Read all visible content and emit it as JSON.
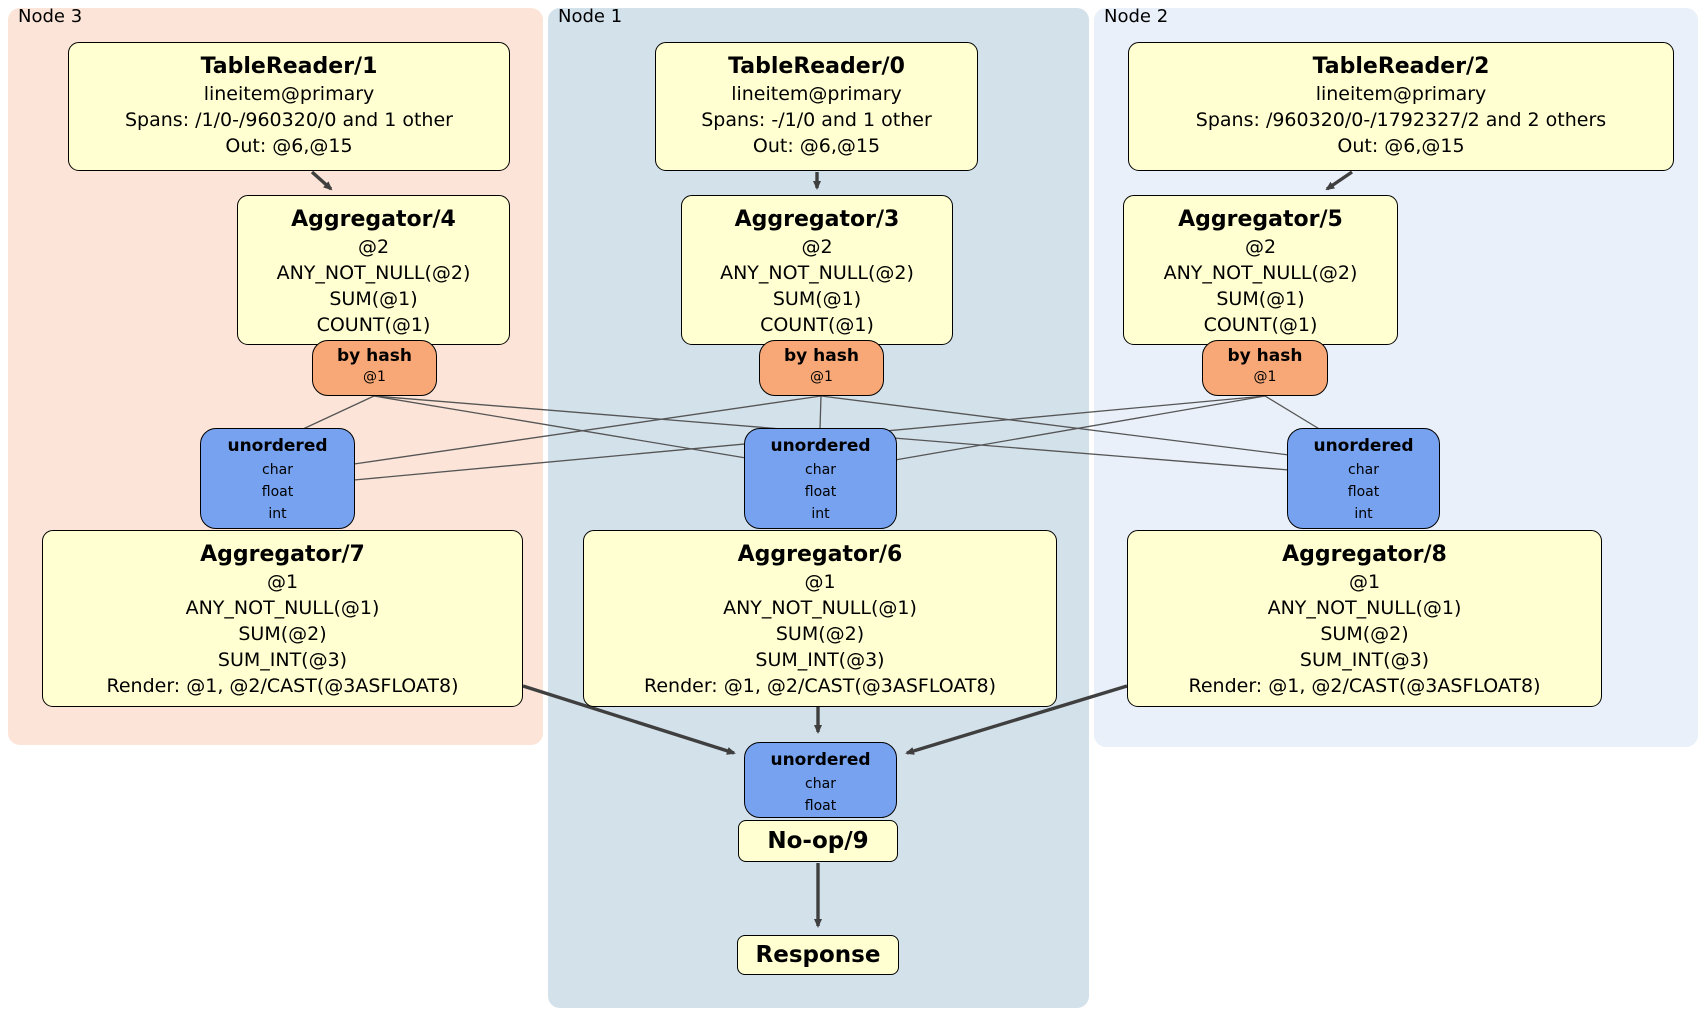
{
  "colors": {
    "node3-bg": "#fce5d8",
    "node1-bg": "#d3e1eb",
    "node2-bg": "#e9f0f9",
    "processor-fill": "#ffffd1",
    "router-fill": "#f8a877",
    "sync-fill": "#76a2f0",
    "edge-color": "#3f3f3f",
    "thin-edge-color": "#555555"
  },
  "panels": {
    "node3": {
      "label": "Node 3"
    },
    "node1": {
      "label": "Node 1"
    },
    "node2": {
      "label": "Node 2"
    }
  },
  "processors": {
    "tr1": {
      "title": "TableReader/1",
      "lines": [
        "lineitem@primary",
        "Spans: /1/0-/960320/0 and 1 other",
        "Out: @6,@15"
      ]
    },
    "tr0": {
      "title": "TableReader/0",
      "lines": [
        "lineitem@primary",
        "Spans: -/1/0 and 1 other",
        "Out: @6,@15"
      ]
    },
    "tr2": {
      "title": "TableReader/2",
      "lines": [
        "lineitem@primary",
        "Spans: /960320/0-/1792327/2 and 2 others",
        "Out: @6,@15"
      ]
    },
    "agg4": {
      "title": "Aggregator/4",
      "lines": [
        "@2",
        "ANY_NOT_NULL(@2)",
        "SUM(@1)",
        "COUNT(@1)"
      ]
    },
    "agg3": {
      "title": "Aggregator/3",
      "lines": [
        "@2",
        "ANY_NOT_NULL(@2)",
        "SUM(@1)",
        "COUNT(@1)"
      ]
    },
    "agg5": {
      "title": "Aggregator/5",
      "lines": [
        "@2",
        "ANY_NOT_NULL(@2)",
        "SUM(@1)",
        "COUNT(@1)"
      ]
    },
    "agg7": {
      "title": "Aggregator/7",
      "lines": [
        "@1",
        "ANY_NOT_NULL(@1)",
        "SUM(@2)",
        "SUM_INT(@3)",
        "Render: @1, @2/CAST(@3ASFLOAT8)"
      ]
    },
    "agg6": {
      "title": "Aggregator/6",
      "lines": [
        "@1",
        "ANY_NOT_NULL(@1)",
        "SUM(@2)",
        "SUM_INT(@3)",
        "Render: @1, @2/CAST(@3ASFLOAT8)"
      ]
    },
    "agg8": {
      "title": "Aggregator/8",
      "lines": [
        "@1",
        "ANY_NOT_NULL(@1)",
        "SUM(@2)",
        "SUM_INT(@3)",
        "Render: @1, @2/CAST(@3ASFLOAT8)"
      ]
    },
    "noop9": {
      "title": "No-op/9"
    },
    "response": {
      "title": "Response"
    }
  },
  "routers": {
    "left": {
      "title": "by hash",
      "detail": "@1"
    },
    "center": {
      "title": "by hash",
      "detail": "@1"
    },
    "right": {
      "title": "by hash",
      "detail": "@1"
    }
  },
  "synchronizers": {
    "left": {
      "title": "unordered",
      "columns": [
        "char",
        "float",
        "int"
      ]
    },
    "center": {
      "title": "unordered",
      "columns": [
        "char",
        "float",
        "int"
      ]
    },
    "right": {
      "title": "unordered",
      "columns": [
        "char",
        "float",
        "int"
      ]
    },
    "final": {
      "title": "unordered",
      "columns": [
        "char",
        "float"
      ]
    }
  }
}
